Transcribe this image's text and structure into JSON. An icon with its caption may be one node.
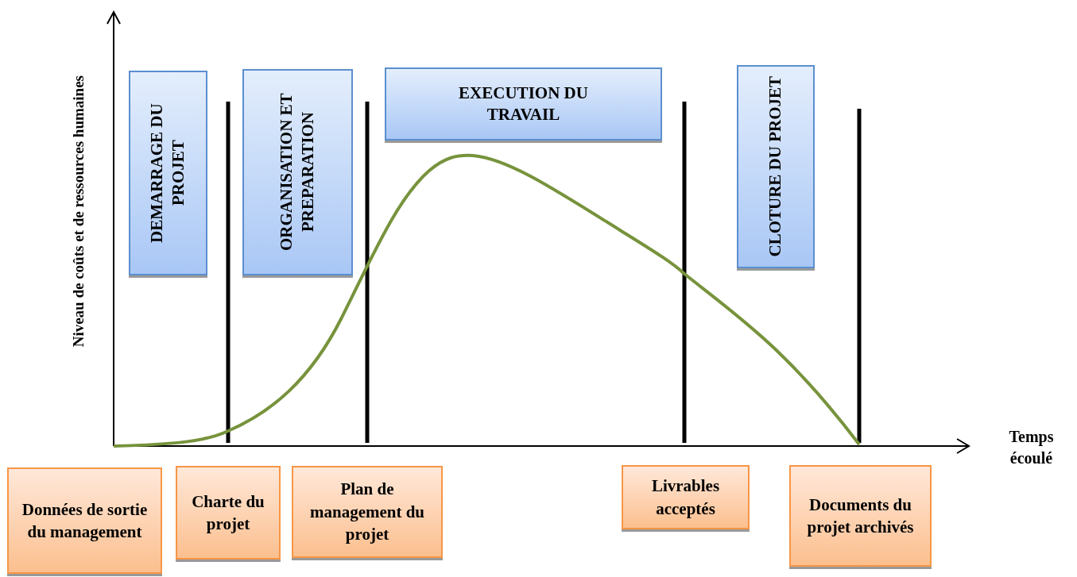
{
  "diagram": {
    "nodes": [
      {
        "text": [
          "DEMARRAGE DU PROJET"
        ]
      },
      {
        "text": [
          "ORGANISATION ET PREPARATION"
        ]
      },
      {
        "text": [
          "EXECUTION DU TRAVAIL"
        ]
      },
      {
        "text": [
          "CLOTURE DU PROJET"
        ]
      },
      {
        "text": [
          "Données de sortie du management"
        ]
      },
      {
        "text": [
          "Charte du projet"
        ]
      },
      {
        "text": [
          "Plan de management du projet"
        ]
      },
      {
        "text": [
          "Livrables acceptés"
        ]
      },
      {
        "text": [
          "Documents du projet archivés"
        ]
      }
    ],
    "labels": [
      "Niveau de coûts et de ressources humaines",
      "Temps écoulé"
    ]
  }
}
